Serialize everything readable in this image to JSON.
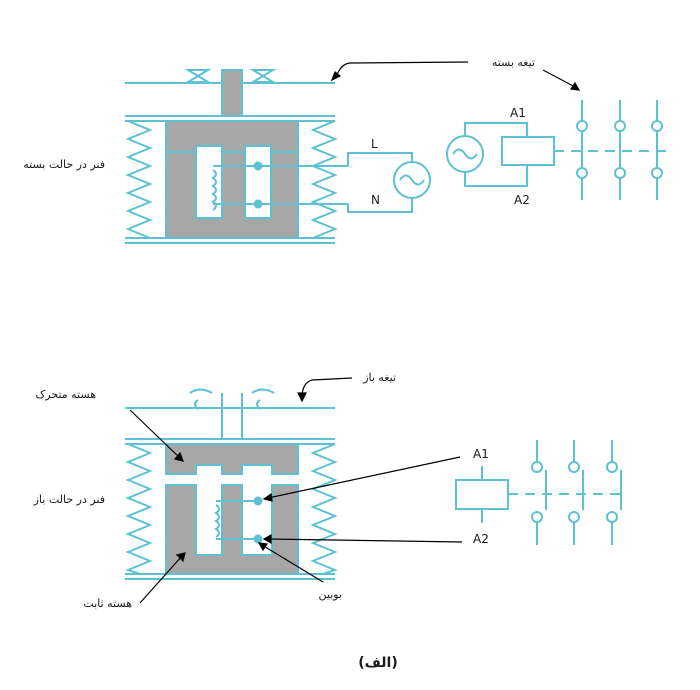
{
  "labels": {
    "blade_closed": "تیغه بسته",
    "spring_closed": "فنر در حالت بسته",
    "blade_open": "تیغه باز",
    "moving_core": "هسته متحرک",
    "spring_open": "فنر در حالت باز",
    "fixed_core": "هسته ثابت",
    "coil": "بوبین",
    "caption": "(الف)"
  },
  "terminals": {
    "line": "L",
    "neutral": "N",
    "a1": "A1",
    "a2": "A2"
  },
  "colors": {
    "stroke": "#5bc1d3",
    "core": "#a7a7a7",
    "text": "#1a1a1a",
    "background": "#ffffff"
  }
}
